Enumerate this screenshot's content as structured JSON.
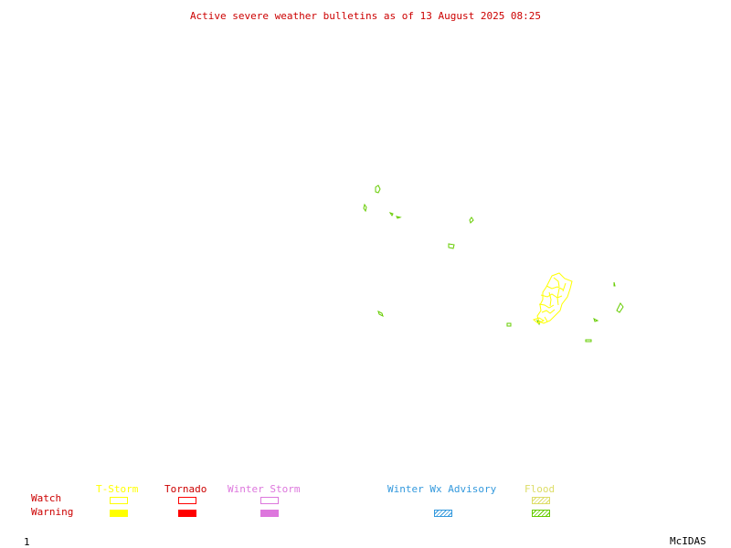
{
  "title": "Active severe weather bulletins as of 13 August 2025 08:25",
  "legend": {
    "row_watch": "Watch",
    "row_warning": "Warning",
    "columns": [
      {
        "label": "T-Storm",
        "color": "#ffff00",
        "watch": "outline",
        "warning": "solid"
      },
      {
        "label": "Tornado",
        "color": "#ff0000",
        "watch": "outline",
        "warning": "solid"
      },
      {
        "label": "Winter Storm",
        "color": "#dd77dd",
        "watch": "outline",
        "warning": "solid"
      },
      {
        "label": "Winter Wx Advisory",
        "color": "#3399dd",
        "watch": "none",
        "warning": "hatched"
      },
      {
        "label": "Flood",
        "color": "#dddd66",
        "watch": "hatched",
        "warning": "hatched-green"
      }
    ]
  },
  "colors": {
    "title": "#cc0000",
    "row_labels": "#cc0000",
    "flood_warning": "#66cc00",
    "tstorm_watch_area": "#ffff00",
    "footer": "#000000"
  },
  "footer": {
    "frame_number": "1",
    "software": "McIDAS"
  }
}
